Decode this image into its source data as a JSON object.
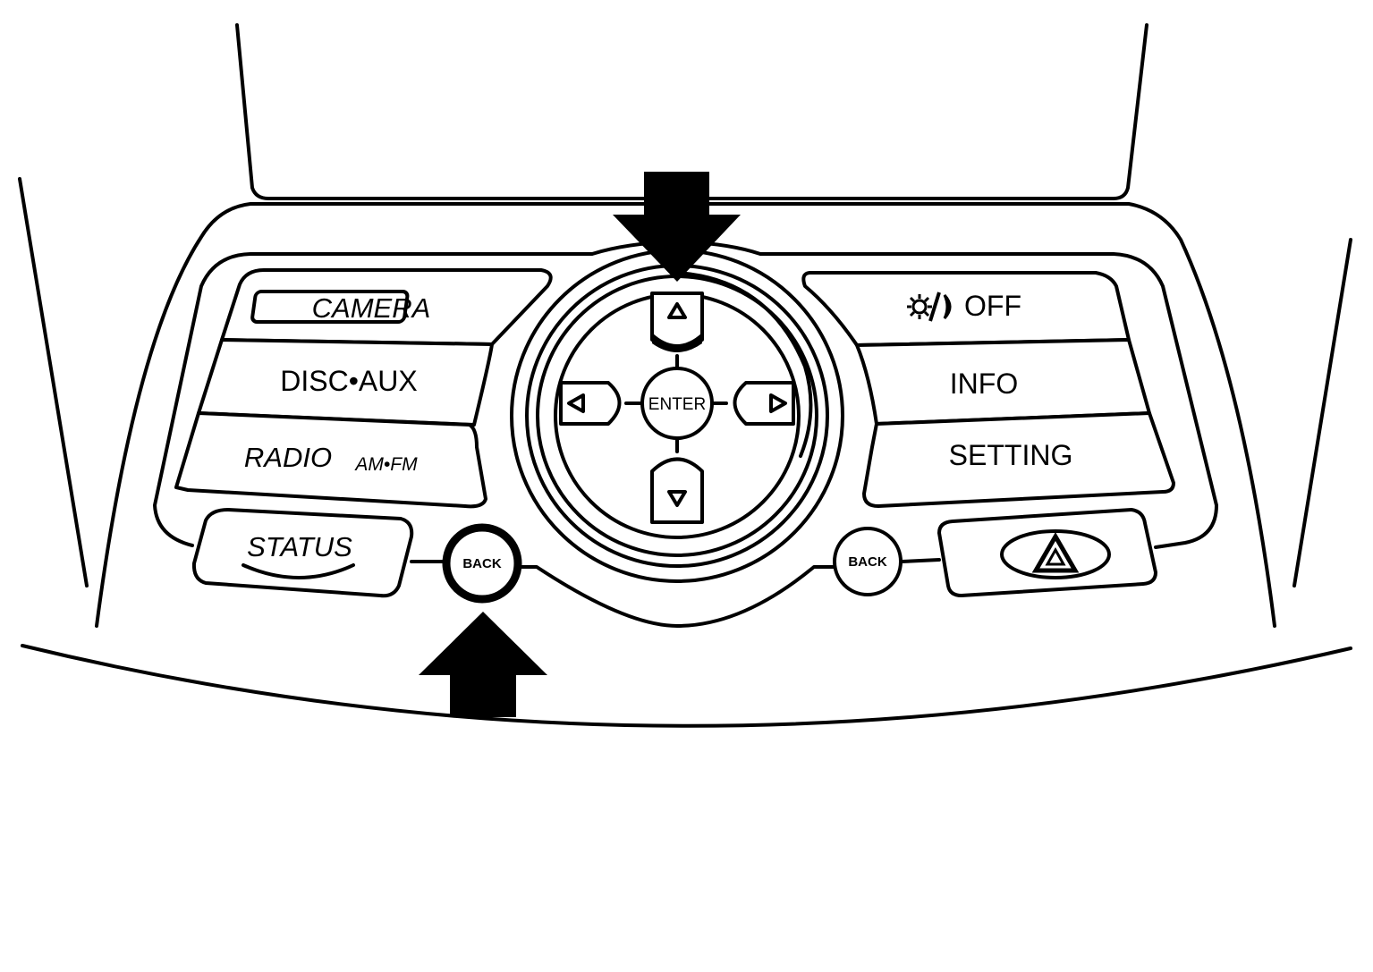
{
  "buttons": {
    "camera": "CAMERA",
    "disc_aux": "DISC•AUX",
    "radio": "RADIO",
    "radio_band": "AM•FM",
    "status": "STATUS",
    "back_left": "BACK",
    "back_right": "BACK",
    "enter": "ENTER",
    "display_off": "OFF",
    "info": "INFO",
    "setting": "SETTING"
  },
  "icons": {
    "display_brightness": "sun-moon-icon",
    "hazard": "hazard-triangle-icon",
    "pointer_top": "arrow-down-icon",
    "pointer_bottom": "arrow-up-icon"
  },
  "colors": {
    "line": "#000000",
    "background": "#ffffff"
  }
}
